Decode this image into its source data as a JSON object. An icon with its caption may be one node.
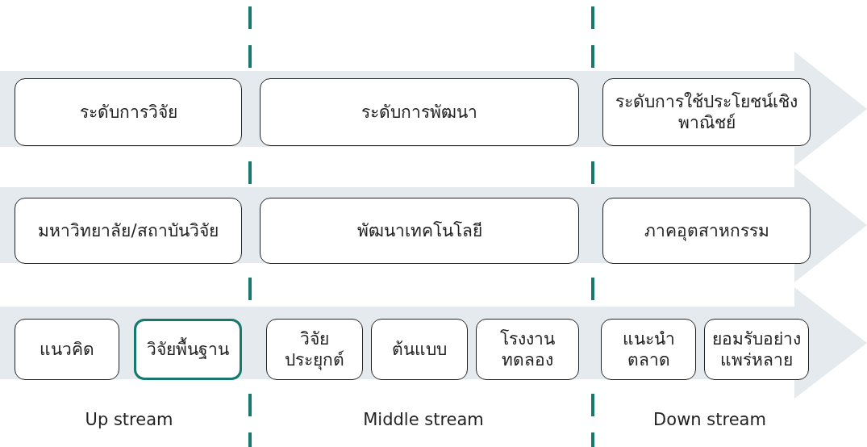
{
  "diagram": {
    "nodes": [
      {
        "text": [],
        "shape": "arrow"
      },
      {
        "text": [
          "ระดับการวิจัย"
        ],
        "in": 0
      },
      {
        "text": [
          "ระดับการพัฒนา"
        ],
        "in": 0
      },
      {
        "text": [
          "ระดับการใช้ประโยชน์เชิงพาณิชย์"
        ],
        "in": 0
      },
      {
        "text": [],
        "shape": "arrow"
      },
      {
        "text": [
          "มหาวิทยาลัย/สถาบันวิจัย"
        ],
        "in": 4
      },
      {
        "text": [
          "พัฒนาเทคโนโลยี"
        ],
        "in": 4
      },
      {
        "text": [
          "ภาคอุตสาหกรรม"
        ],
        "in": 4
      },
      {
        "text": [],
        "shape": "arrow"
      },
      {
        "text": [
          "แนวคิด"
        ],
        "in": 8
      },
      {
        "text": [
          "วิจัยพื้นฐาน"
        ],
        "in": 8
      },
      {
        "text": [
          "วิจัยประยุกต์"
        ],
        "in": 8
      },
      {
        "text": [
          "ต้นแบบ"
        ],
        "in": 8
      },
      {
        "text": [
          "โรงงานทดลอง"
        ],
        "in": 8
      },
      {
        "text": [
          "แนะนำตลาด"
        ],
        "in": 8
      },
      {
        "text": [
          "ยอมรับอย่างแพร่หลาย"
        ],
        "in": 8
      }
    ],
    "labels": [
      "Up stream",
      "Middle stream",
      "Down stream"
    ]
  }
}
